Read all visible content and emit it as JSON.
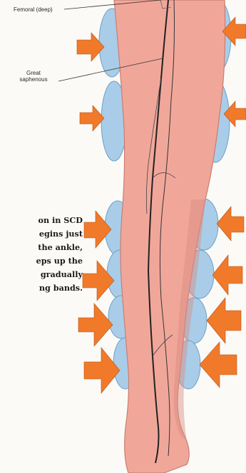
{
  "labels": {
    "femoral": "Femoral (deep)",
    "saphenous_line1": "Great",
    "saphenous_line2": "saphenous"
  },
  "caption": "on in SCD\negins just\nthe ankle,\neps up the\ngradually\nng bands.",
  "colors": {
    "skin": "#f0a79a",
    "skin_shadow": "#d98c80",
    "cuff": "#a9cde8",
    "cuff_edge": "#6e9fc4",
    "arrow": "#f07a2a",
    "vein": "#222222"
  },
  "icons": [
    "compression-arrow-icon"
  ]
}
